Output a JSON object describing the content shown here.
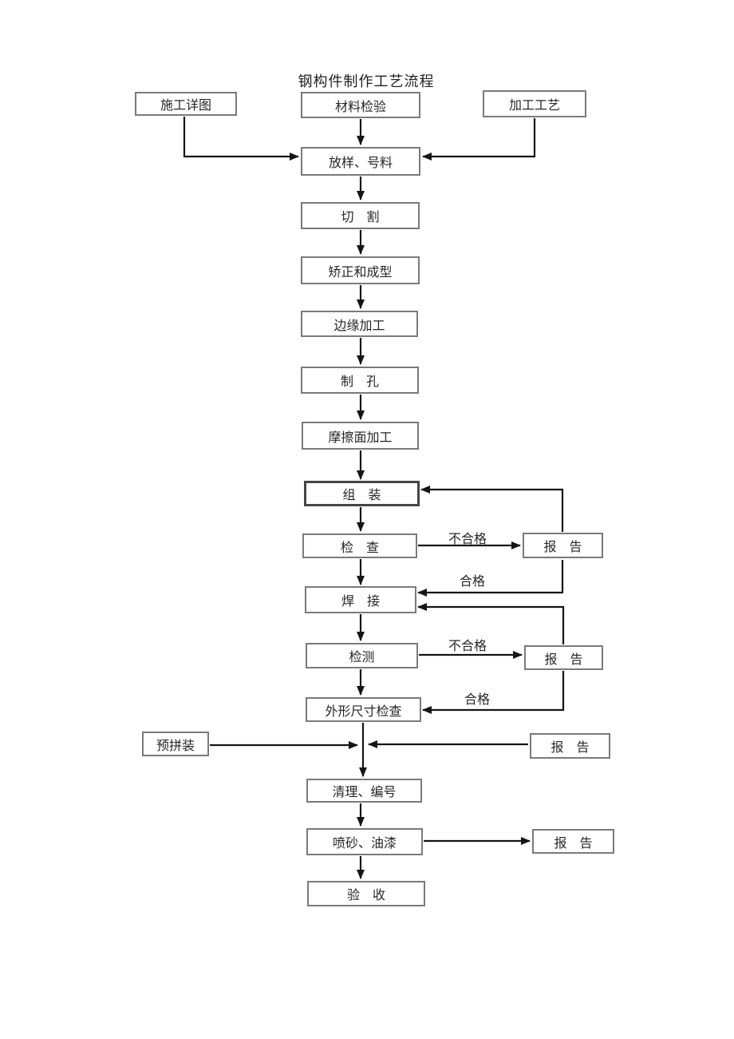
{
  "title": "钢构件制作工艺流程",
  "colors": {
    "background": "#ffffff",
    "box_border": "#7a7a7a",
    "box_border_strong": "#454545",
    "arrow": "#151515",
    "text": "#262626"
  },
  "nodes": {
    "construction_drawing": "施工详图",
    "material_inspection": "材料检验",
    "processing_technology": "加工工艺",
    "lofting_marking": "放样、号料",
    "cutting": "切　割",
    "straightening_forming": "矫正和成型",
    "edge_processing": "边缘加工",
    "drilling": "制　孔",
    "friction_surface": "摩擦面加工",
    "assembly": "组　装",
    "inspection": "检　查",
    "report_1": "报　告",
    "welding": "焊　接",
    "testing": "检测",
    "report_2": "报　告",
    "dimension_check": "外形尺寸检查",
    "pre_assembly": "预拼装",
    "report_3": "报　告",
    "cleaning_numbering": "清理、编号",
    "sandblasting_painting": "喷砂、油漆",
    "report_4": "报　告",
    "acceptance": "验　收"
  },
  "edge_labels": {
    "unqualified_1": "不合格",
    "qualified_1": "合格",
    "unqualified_2": "不合格",
    "qualified_2": "合格"
  },
  "edges": [
    {
      "from": "construction_drawing",
      "to": "lofting_marking",
      "label": ""
    },
    {
      "from": "material_inspection",
      "to": "lofting_marking",
      "label": ""
    },
    {
      "from": "processing_technology",
      "to": "lofting_marking",
      "label": ""
    },
    {
      "from": "lofting_marking",
      "to": "cutting",
      "label": ""
    },
    {
      "from": "cutting",
      "to": "straightening_forming",
      "label": ""
    },
    {
      "from": "straightening_forming",
      "to": "edge_processing",
      "label": ""
    },
    {
      "from": "edge_processing",
      "to": "drilling",
      "label": ""
    },
    {
      "from": "drilling",
      "to": "friction_surface",
      "label": ""
    },
    {
      "from": "friction_surface",
      "to": "assembly",
      "label": ""
    },
    {
      "from": "assembly",
      "to": "inspection",
      "label": ""
    },
    {
      "from": "inspection",
      "to": "report_1",
      "label": "不合格"
    },
    {
      "from": "report_1",
      "to": "assembly",
      "label": ""
    },
    {
      "from": "report_1",
      "to": "welding",
      "label": "合格"
    },
    {
      "from": "inspection",
      "to": "welding",
      "label": ""
    },
    {
      "from": "welding",
      "to": "testing",
      "label": ""
    },
    {
      "from": "testing",
      "to": "report_2",
      "label": "不合格"
    },
    {
      "from": "report_2",
      "to": "welding",
      "label": ""
    },
    {
      "from": "report_2",
      "to": "dimension_check",
      "label": "合格"
    },
    {
      "from": "testing",
      "to": "dimension_check",
      "label": ""
    },
    {
      "from": "pre_assembly",
      "to": "cleaning_numbering",
      "label": ""
    },
    {
      "from": "report_3",
      "to": "cleaning_numbering",
      "label": ""
    },
    {
      "from": "dimension_check",
      "to": "cleaning_numbering",
      "label": ""
    },
    {
      "from": "cleaning_numbering",
      "to": "sandblasting_painting",
      "label": ""
    },
    {
      "from": "sandblasting_painting",
      "to": "report_4",
      "label": ""
    },
    {
      "from": "sandblasting_painting",
      "to": "acceptance",
      "label": ""
    }
  ]
}
